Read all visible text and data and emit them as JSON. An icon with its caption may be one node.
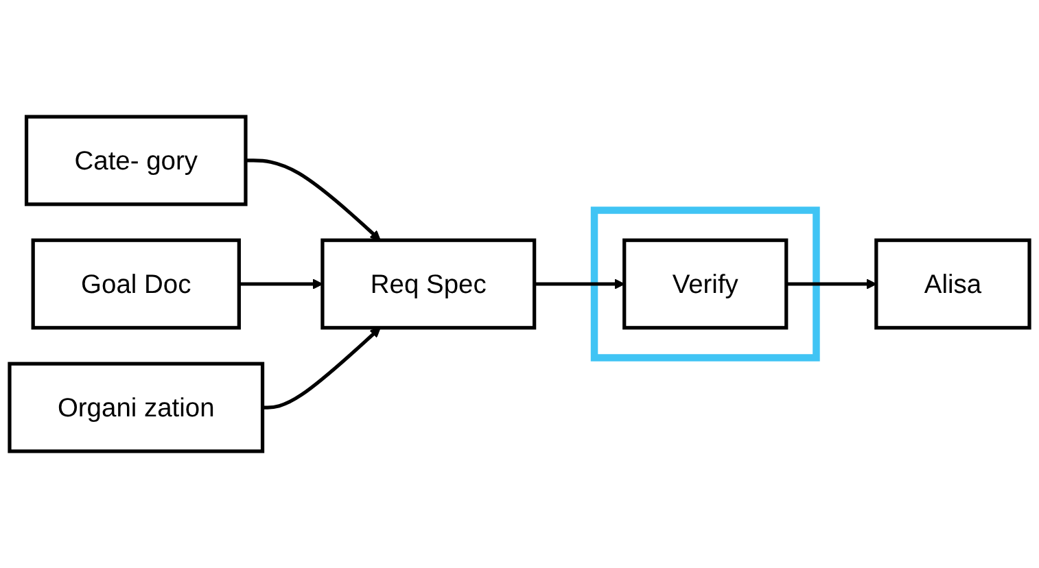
{
  "diagram": {
    "nodes": [
      {
        "text": [
          "Cate- gory"
        ]
      },
      {
        "text": [
          "Goal Doc"
        ]
      },
      {
        "text": [
          "Organi zation"
        ]
      },
      {
        "text": [
          "Req Spec"
        ]
      },
      {
        "text": [],
        "shape": "box"
      },
      {
        "text": [
          "Verify"
        ],
        "in": 4
      },
      {
        "text": [
          "Alisa"
        ]
      }
    ],
    "edges": [
      {
        "from": 0,
        "to": 3,
        "arrow": "to"
      },
      {
        "from": 1,
        "to": 3,
        "arrow": "to"
      },
      {
        "from": 2,
        "to": 3,
        "arrow": "to"
      },
      {
        "from": 3,
        "to": 5,
        "arrow": "to"
      },
      {
        "from": 5,
        "to": 6,
        "arrow": "to"
      }
    ]
  }
}
